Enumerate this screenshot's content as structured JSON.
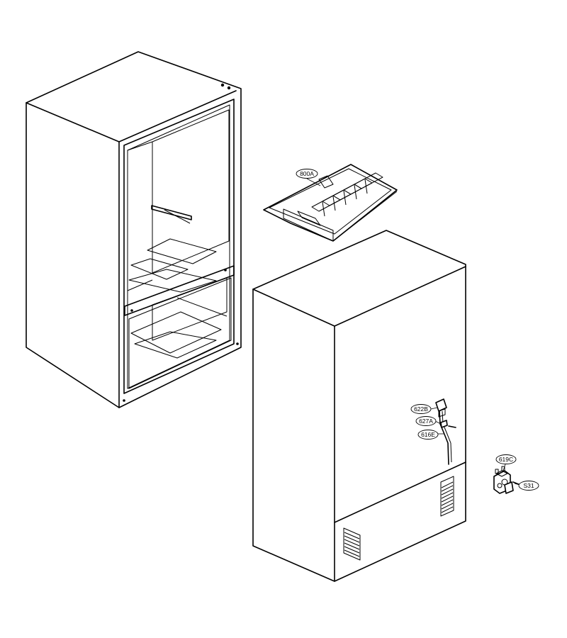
{
  "callouts": {
    "c800a": "800A",
    "c622b": "622B",
    "c627a": "627A",
    "c616e": "616E",
    "c619c": "619C",
    "cs31": "S31"
  }
}
